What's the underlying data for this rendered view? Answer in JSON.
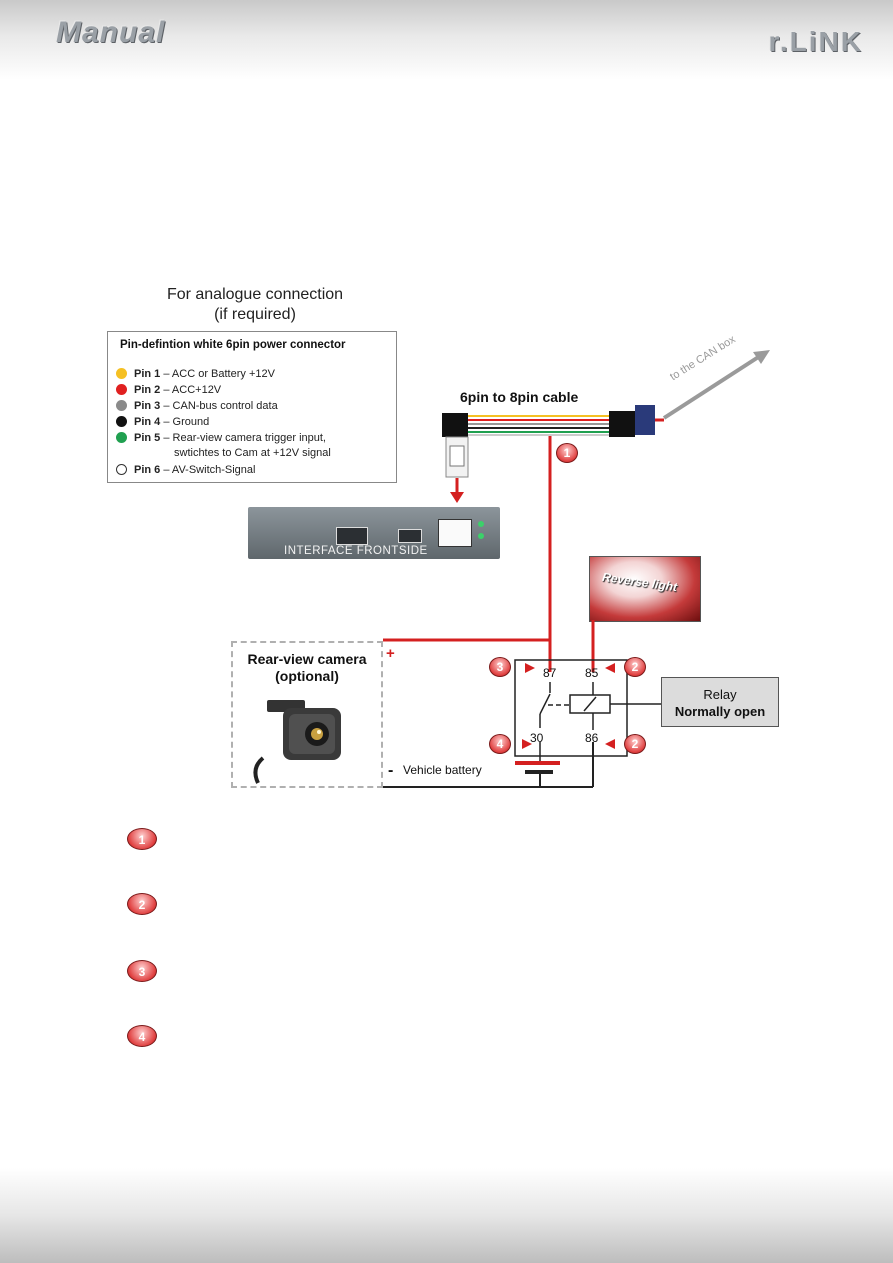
{
  "header": {
    "logo_left": "Manual",
    "logo_right": "r.LiNK"
  },
  "heading": {
    "line1": "For analogue connection",
    "line2": "(if required)"
  },
  "pin_definition": {
    "title": "Pin-defintion white 6pin power connector",
    "pins": [
      {
        "name": "Pin 1",
        "desc": "– ACC or Battery +12V",
        "color": "#f5c023"
      },
      {
        "name": "Pin 2",
        "desc": "– ACC+12V",
        "color": "#e02020"
      },
      {
        "name": "Pin 3",
        "desc": "– CAN-bus control data",
        "color": "#8a8a8a"
      },
      {
        "name": "Pin 4",
        "desc": "– Ground",
        "color": "#111111"
      },
      {
        "name": "Pin 5",
        "desc": "– Rear-view camera trigger input,",
        "desc2": "swtichtes to Cam at +12V signal",
        "color": "#20a050"
      },
      {
        "name": "Pin 6",
        "desc": "– AV-Switch-Signal",
        "color": "#ffffff"
      }
    ]
  },
  "cable": {
    "label": "6pin to 8pin cable",
    "can_box": "to the CAN box"
  },
  "interface": {
    "label": "INTERFACE  FRONTSIDE"
  },
  "reverse_light": {
    "label": "Reverse light"
  },
  "camera": {
    "title_line1": "Rear-view camera",
    "title_line2": "(optional)",
    "plus": "+",
    "minus": "-"
  },
  "relay": {
    "line1": "Relay",
    "line2": "Normally open",
    "terminals": {
      "t87": "87",
      "t85": "85",
      "t30": "30",
      "t86": "86"
    }
  },
  "battery": {
    "label": "Vehicle battery"
  },
  "markers": {
    "m1": "1",
    "m2": "2",
    "m3": "3",
    "m4": "4"
  },
  "list_markers": [
    "1",
    "2",
    "3",
    "4"
  ],
  "colors": {
    "wire_red": "#d42020",
    "badge": "#e04040"
  }
}
